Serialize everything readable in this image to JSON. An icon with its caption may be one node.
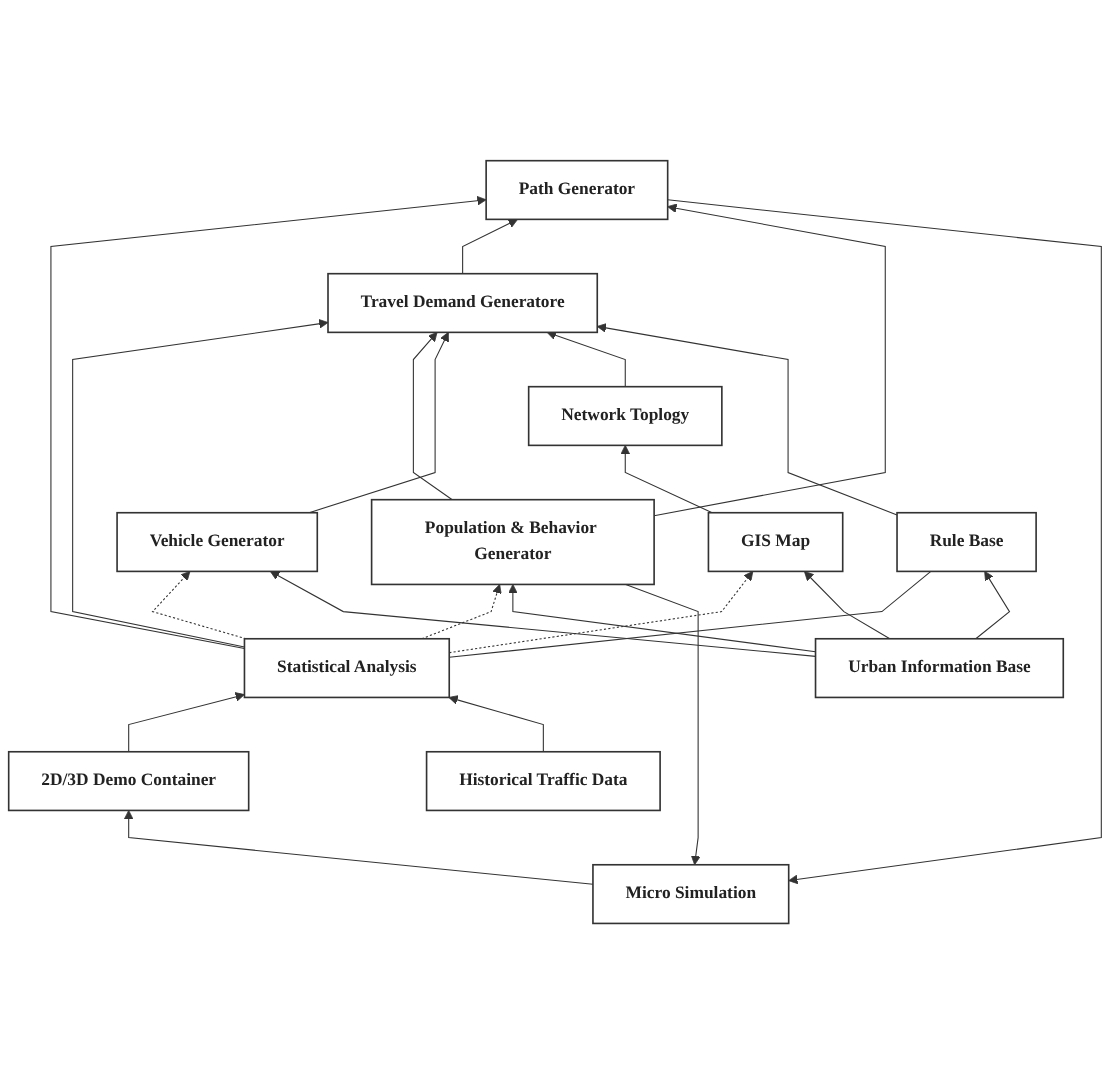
{
  "diagram": {
    "nodes": [
      {
        "text": [
          "Micro Simulation"
        ]
      },
      {
        "text": [
          "2D/3D Demo Container"
        ]
      },
      {
        "text": [
          "Path Generator"
        ]
      },
      {
        "text": [
          "Statistical Analysis"
        ]
      },
      {
        "text": [
          "Travel Demand Generatore"
        ]
      },
      {
        "text": [
          "Network Toplogy"
        ]
      },
      {
        "text": [
          "Population & Behavior Generator"
        ]
      },
      {
        "text": [
          "Vehicle Generator"
        ]
      },
      {
        "text": [
          "Rule Base"
        ]
      },
      {
        "text": [
          "GIS Map"
        ]
      },
      {
        "text": [
          "Urban Information Base"
        ]
      },
      {
        "text": [
          "Historical Traffic Data"
        ]
      }
    ],
    "edges": [
      {
        "from": 0,
        "to": 1,
        "arrow": "to"
      },
      {
        "from": 1,
        "to": 3,
        "arrow": "to"
      },
      {
        "from": 3,
        "to": 2,
        "arrow": "to"
      },
      {
        "from": 3,
        "to": 4,
        "arrow": "to"
      },
      {
        "from": 2,
        "to": 0,
        "arrow": "to"
      },
      {
        "from": 4,
        "to": 2,
        "arrow": "to"
      },
      {
        "from": 6,
        "to": 0,
        "arrow": "to"
      },
      {
        "from": 6,
        "to": 2,
        "arrow": "to"
      },
      {
        "from": 6,
        "to": 4,
        "arrow": "to"
      },
      {
        "from": 7,
        "to": 4,
        "arrow": "to"
      },
      {
        "from": 5,
        "to": 4,
        "arrow": "to"
      },
      {
        "from": 8,
        "to": 4,
        "arrow": "to"
      },
      {
        "from": 9,
        "to": 5,
        "arrow": "to"
      },
      {
        "from": 3,
        "to": 8,
        "arrow": "none"
      },
      {
        "from": 3,
        "to": 6,
        "arrow": "to",
        "style": "dashed"
      },
      {
        "from": 3,
        "to": 7,
        "arrow": "to",
        "style": "dashed"
      },
      {
        "from": 3,
        "to": 9,
        "arrow": "to",
        "style": "dashed"
      },
      {
        "from": 10,
        "to": 6,
        "arrow": "to"
      },
      {
        "from": 10,
        "to": 7,
        "arrow": "to"
      },
      {
        "from": 10,
        "to": 9,
        "arrow": "to"
      },
      {
        "from": 10,
        "to": 8,
        "arrow": "to"
      },
      {
        "from": 11,
        "to": 3,
        "arrow": "to"
      }
    ]
  }
}
